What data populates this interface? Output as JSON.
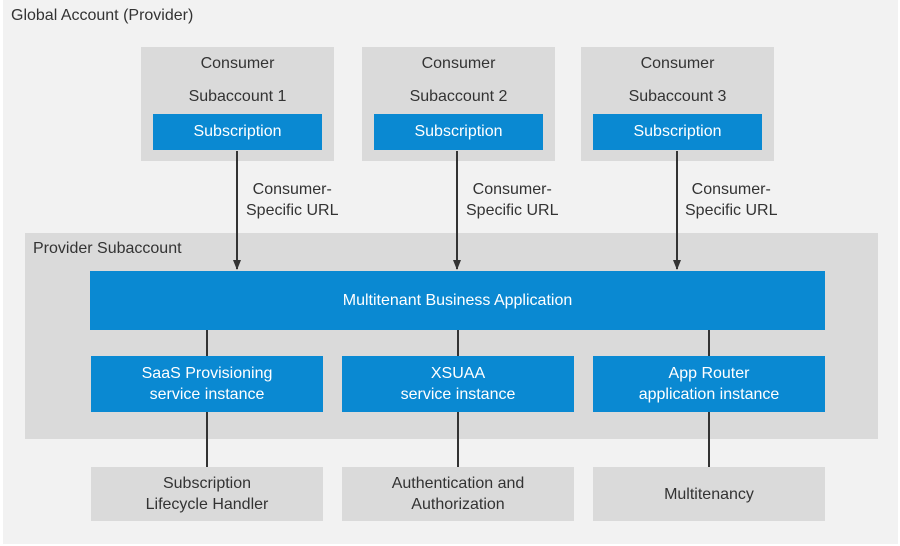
{
  "global_account": {
    "title": "Global Account (Provider)"
  },
  "consumers": [
    {
      "line1": "Consumer",
      "line2": "Subaccount 1",
      "subscription": "Subscription",
      "url_line1": "Consumer-",
      "url_line2": "Specific URL"
    },
    {
      "line1": "Consumer",
      "line2": "Subaccount 2",
      "subscription": "Subscription",
      "url_line1": "Consumer-",
      "url_line2": "Specific URL"
    },
    {
      "line1": "Consumer",
      "line2": "Subaccount 3",
      "subscription": "Subscription",
      "url_line1": "Consumer-",
      "url_line2": "Specific URL"
    }
  ],
  "provider": {
    "title": "Provider Subaccount",
    "application": "Multitenant Business Application",
    "instances": [
      {
        "line1": "SaaS Provisioning",
        "line2": "service instance"
      },
      {
        "line1": "XSUAA",
        "line2": "service instance"
      },
      {
        "line1": "App Router",
        "line2": "application instance"
      }
    ]
  },
  "outcomes": [
    {
      "line1": "Subscription",
      "line2": "Lifecycle Handler"
    },
    {
      "line1": "Authentication and",
      "line2": "Authorization"
    },
    {
      "line1": "Multitenancy",
      "line2": ""
    }
  ],
  "colors": {
    "accent": "#0a89d2",
    "box_gray": "#dadada",
    "background": "#f2f2f2",
    "text": "#333333",
    "connector": "#333333"
  }
}
